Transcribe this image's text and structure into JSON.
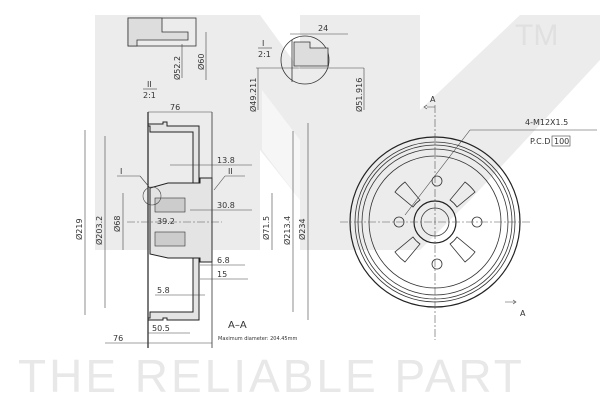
{
  "watermark": {
    "brand_logo": "NK",
    "trademark": "TM",
    "slogan": "THE RELIABLE PART"
  },
  "section_view": {
    "title": "A–A",
    "dimensions": {
      "width_top": "76",
      "width_bottom": "76",
      "depth": "50.5",
      "d_outer": "Ø234",
      "d_213": "Ø213.4",
      "d_219": "Ø219",
      "d_203": "Ø203.2",
      "d_hub_in": "Ø68",
      "d_hub_out": "Ø71.5",
      "t1": "13.8",
      "t2": "30.8",
      "t3": "39.2",
      "t4": "6.8",
      "t5": "15",
      "t6": "5.8"
    },
    "detail_refs": {
      "detail1": "I",
      "detail2": "II"
    },
    "note": "Maximum diameter: 204.45mm"
  },
  "detail_ii": {
    "label": "II",
    "scale": "2:1",
    "d1": "Ø52.2",
    "d2": "Ø60"
  },
  "detail_i": {
    "label": "I",
    "scale": "2:1",
    "width": "24",
    "d1": "Ø49.211",
    "d2": "Ø51.916"
  },
  "front_view": {
    "section_mark": "A",
    "bolts": "4-M12X1.5",
    "pcd_label": "P.C.D",
    "pcd_value": "100"
  }
}
